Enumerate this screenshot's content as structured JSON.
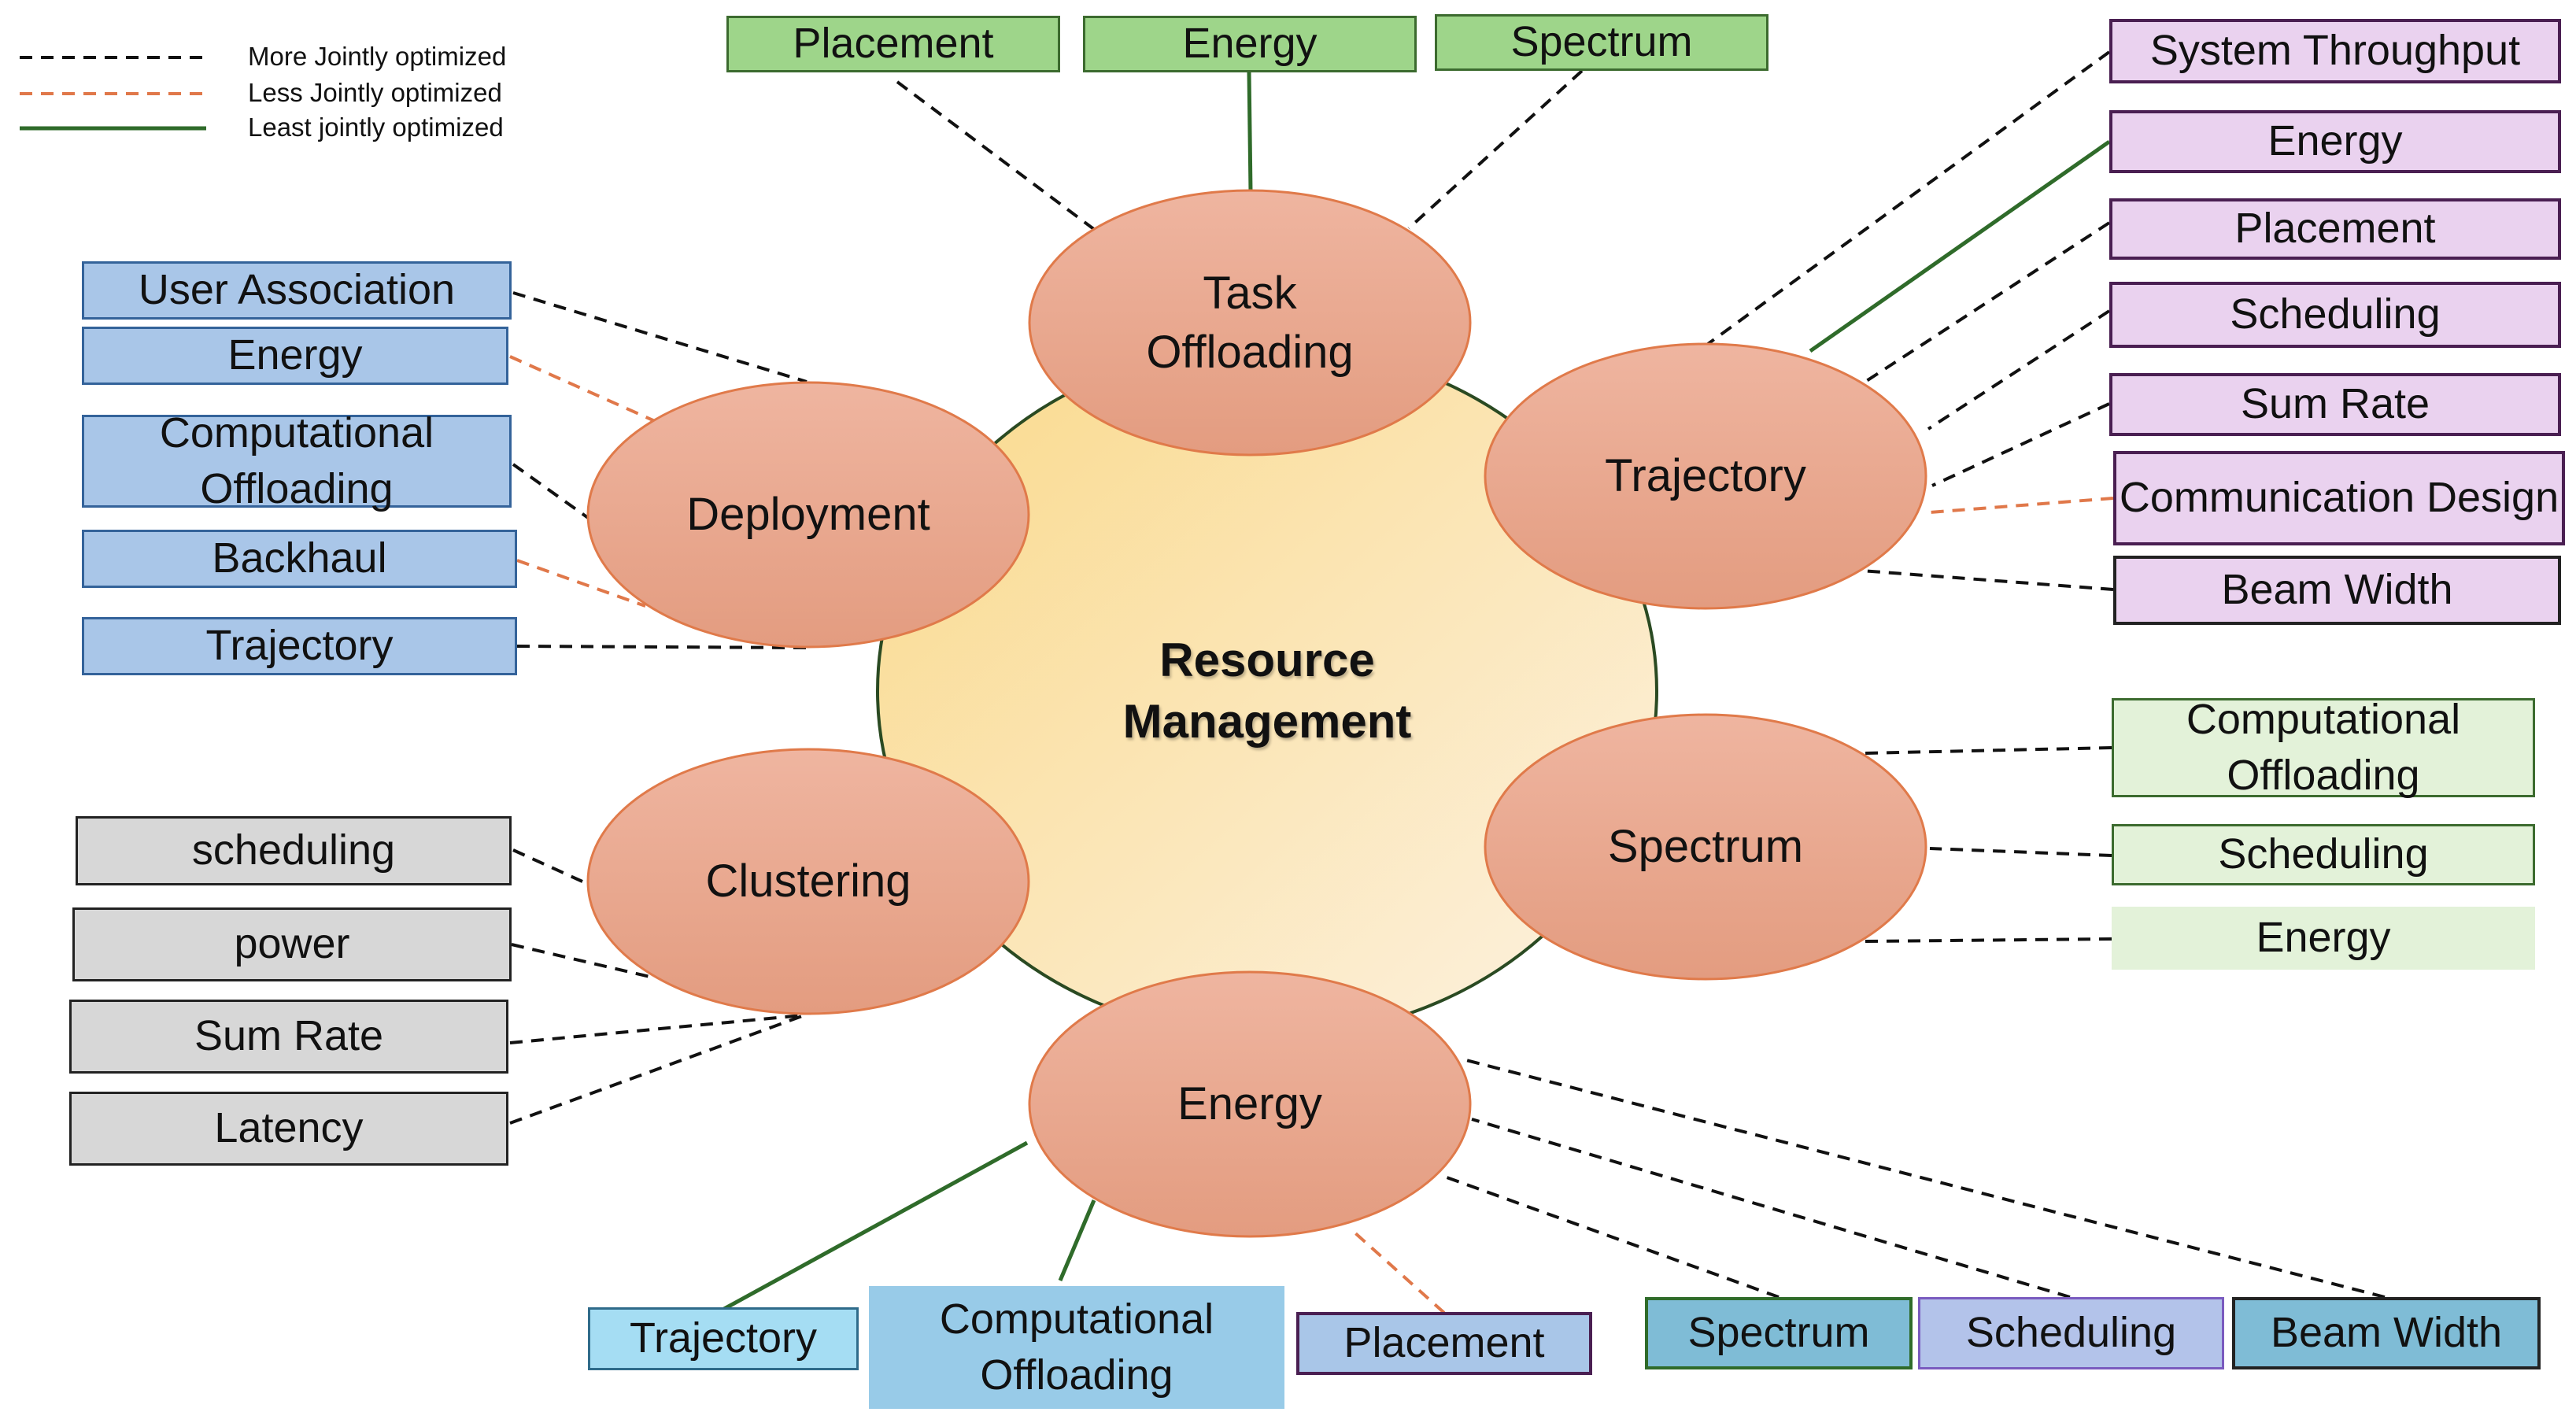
{
  "center": {
    "line1": "Resource",
    "line2": "Management"
  },
  "legend": [
    {
      "label": "More Jointly optimized",
      "style": "black-dashed"
    },
    {
      "label": "Less Jointly optimized",
      "style": "orange-dashed"
    },
    {
      "label": "Least jointly optimized",
      "style": "green-solid"
    }
  ],
  "nodes": {
    "task_offloading": {
      "line1": "Task",
      "line2": "Offloading"
    },
    "deployment": "Deployment",
    "trajectory": "Trajectory",
    "clustering": "Clustering",
    "spectrum": "Spectrum",
    "energy": "Energy"
  },
  "groups": {
    "task_offloading": [
      "Placement",
      "Energy",
      "Spectrum"
    ],
    "deployment": [
      "User Association",
      "Energy",
      "Computational Offloading",
      "Backhaul",
      "Trajectory"
    ],
    "trajectory": [
      "System Throughput",
      "Energy",
      "Placement",
      "Scheduling",
      "Sum Rate",
      "Communication Design",
      "Beam Width"
    ],
    "clustering": [
      "scheduling",
      "power",
      "Sum Rate",
      "Latency"
    ],
    "spectrum": [
      "Computational Offloading",
      "Scheduling",
      "Energy"
    ],
    "energy": [
      "Trajectory",
      "Computational Offloading",
      "Placement",
      "Spectrum",
      "Scheduling",
      "Beam Width"
    ]
  },
  "colors": {
    "black_dashed": "#111111",
    "orange_dashed": "#e0784a",
    "green_solid": "#2f6b2a",
    "node_fill_top": "#efb5a0",
    "node_fill_bottom": "#e5a085",
    "node_stroke": "#e07a4a",
    "center_fill_top": "#fbe196",
    "center_fill_bottom": "#fcefd7",
    "center_stroke": "#2a4a22",
    "green_box": "#9ed58a",
    "light_green_box": "#e3f2d9",
    "blue_box": "#a9c6e8",
    "purple_box": "#ead2ef",
    "grey_box": "#d7d7d7",
    "light_blue_box": "#a5ddf3"
  }
}
